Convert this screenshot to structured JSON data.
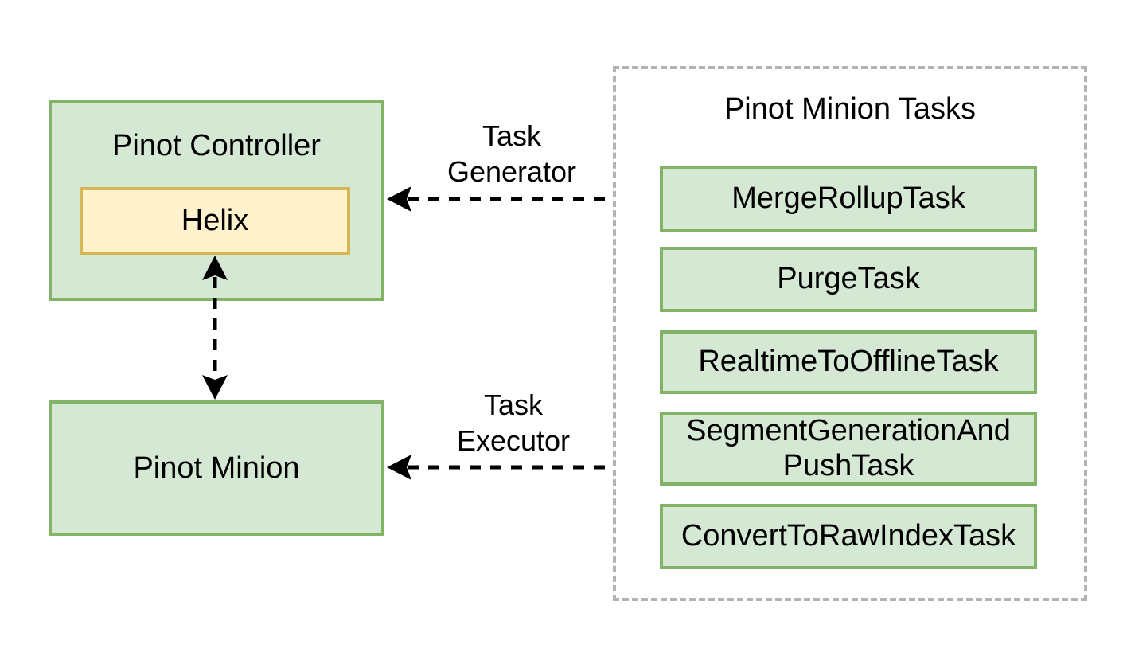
{
  "diagram": {
    "nodes": {
      "controller": {
        "label": "Pinot Controller"
      },
      "helix": {
        "label": "Helix"
      },
      "minion": {
        "label": "Pinot Minion"
      }
    },
    "tasks_panel": {
      "title": "Pinot Minion Tasks",
      "tasks": [
        {
          "label": "MergeRollupTask"
        },
        {
          "label": "PurgeTask"
        },
        {
          "label": "RealtimeToOfflineTask"
        },
        {
          "label": "SegmentGenerationAnd\nPushTask"
        },
        {
          "label": "ConvertToRawIndexTask"
        }
      ]
    },
    "edges": {
      "controller_minion": {
        "style": "dashed, arrows both ends"
      },
      "task_generator": {
        "label": "Task\nGenerator",
        "style": "dashed, arrow into controller"
      },
      "task_executor": {
        "label": "Task\nExecutor",
        "style": "dashed, arrow into minion"
      }
    },
    "colors": {
      "node_fill": "#d5e8d4",
      "node_stroke": "#82b366",
      "helix_fill": "#fff2cc",
      "helix_stroke": "#d6b656",
      "panel_stroke": "#b3b3b3",
      "arrow": "#000000",
      "text": "#000000",
      "background": "#ffffff"
    }
  }
}
